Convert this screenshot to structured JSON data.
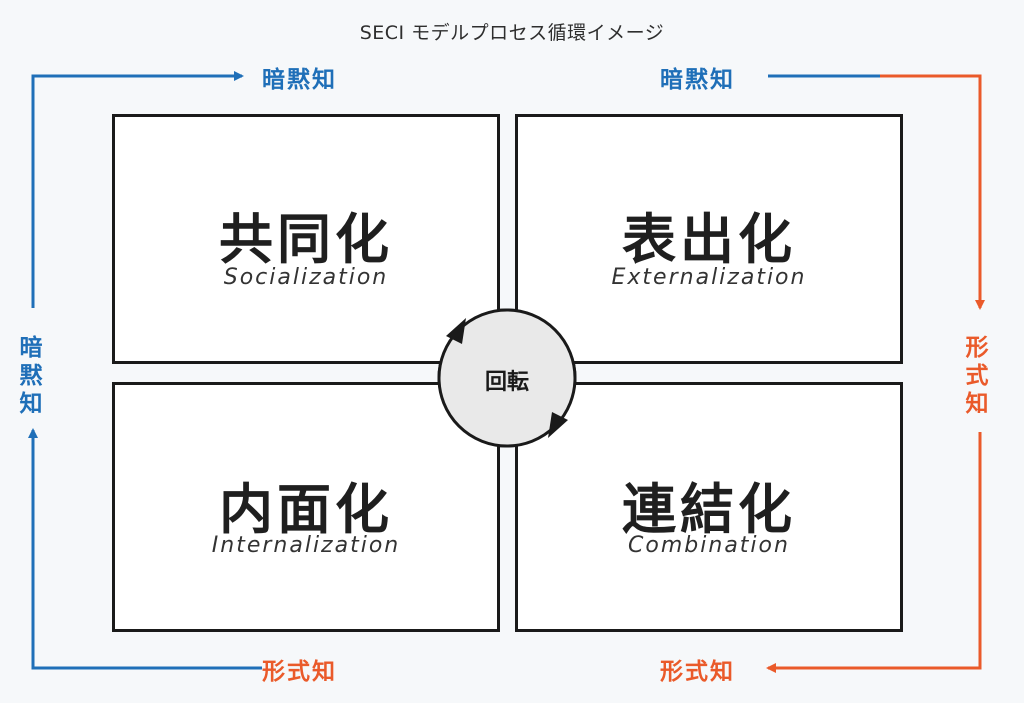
{
  "title": "SECI モデルプロセス循環イメージ",
  "quadrants": {
    "top_left": {
      "main": "共同化",
      "sub": "Socialization"
    },
    "top_right": {
      "main": "表出化",
      "sub": "Externalization"
    },
    "bottom_left": {
      "main": "内面化",
      "sub": "Internalization"
    },
    "bottom_right": {
      "main": "連結化",
      "sub": "Combination"
    }
  },
  "center": {
    "label": "回転"
  },
  "edge_labels": {
    "top_left": "暗黙知",
    "top_right": "暗黙知",
    "left": "暗黙知",
    "right": "形式知",
    "bottom_left": "形式知",
    "bottom_right": "形式知"
  },
  "colors": {
    "tacit": "#1f6fb8",
    "explicit": "#ea5a2a",
    "border": "#1a1a1a",
    "circle_fill": "#e9e9e9"
  }
}
